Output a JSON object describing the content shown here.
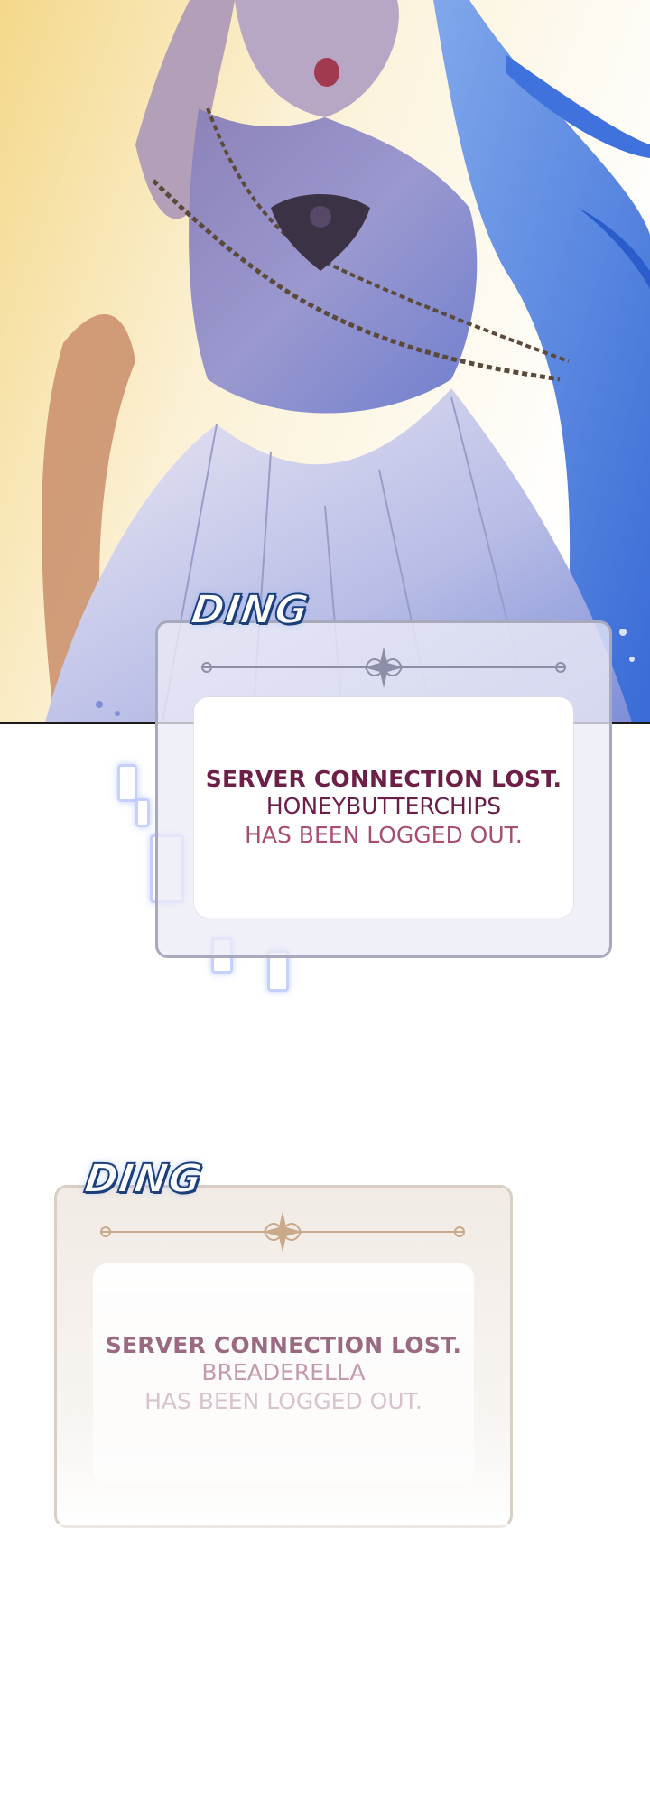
{
  "sound_effects": {
    "first": "DING",
    "second": "DING"
  },
  "notifications": [
    {
      "title": "SERVER CONNECTION LOST.",
      "username": "HONEYBUTTERCHIPS",
      "message": "HAS BEEN LOGGED OUT."
    },
    {
      "title": "SERVER CONNECTION LOST.",
      "username": "BREADERELLA",
      "message": "HAS BEEN LOGGED OUT."
    }
  ],
  "colors": {
    "sfx_outline": "#1c3f7a",
    "title_primary": "#6e1f47",
    "message_primary": "#a94e73",
    "title_faded": "#9a6a82"
  }
}
